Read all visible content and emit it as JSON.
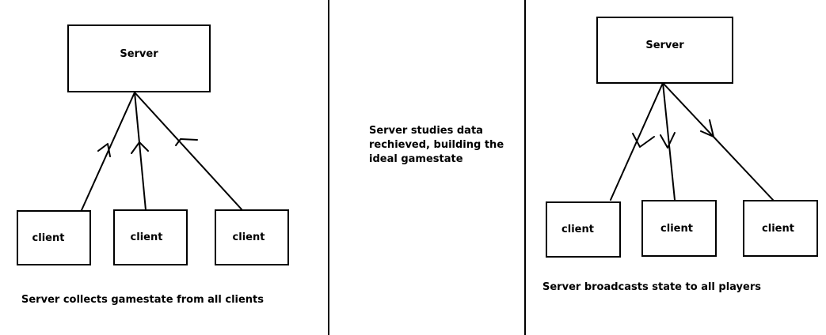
{
  "panels": {
    "collect": {
      "server_label": "Server",
      "client_labels": [
        "client",
        "client",
        "client"
      ],
      "caption": "Server collects gamestate from all clients"
    },
    "study": {
      "caption_lines": [
        "Server studies data",
        "rechieved, building the",
        "ideal gamestate"
      ]
    },
    "broadcast": {
      "server_label": "Server",
      "client_labels": [
        "client",
        "client",
        "client"
      ],
      "caption": "Server broadcasts state to all players"
    }
  },
  "colors": {
    "ink": "#000000",
    "background": "#ffffff"
  }
}
